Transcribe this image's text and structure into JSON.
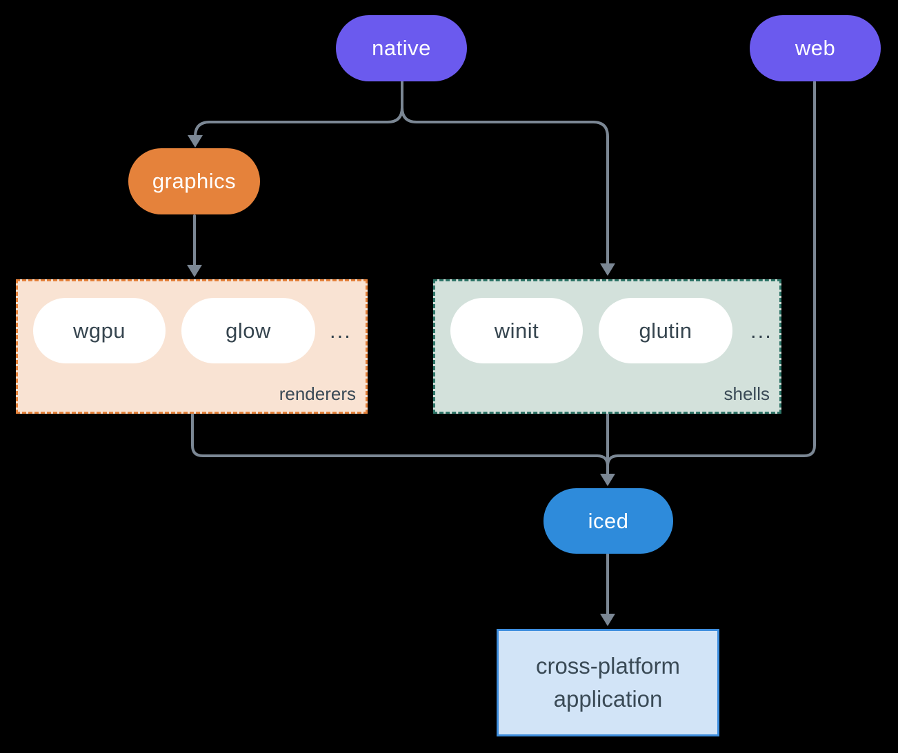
{
  "nodes": {
    "native": {
      "label": "native",
      "color": "#6B5AEE"
    },
    "web": {
      "label": "web",
      "color": "#6B5AEE"
    },
    "graphics": {
      "label": "graphics",
      "color": "#E5823B"
    },
    "iced": {
      "label": "iced",
      "color": "#2E8BDB"
    },
    "app": {
      "label": "cross-platform application",
      "fill": "#D2E4F7",
      "border": "#3E8EDE"
    }
  },
  "groups": {
    "renderers": {
      "caption": "renderers",
      "items": [
        "wgpu",
        "glow"
      ],
      "ellipsis": "...",
      "fill": "#F9E3D3",
      "border": "#E5823B"
    },
    "shells": {
      "caption": "shells",
      "items": [
        "winit",
        "glutin"
      ],
      "ellipsis": "...",
      "fill": "#D3E1DB",
      "border": "#2F7568"
    }
  },
  "edges": [
    {
      "from": "native",
      "to": "graphics"
    },
    {
      "from": "native",
      "to": "shells"
    },
    {
      "from": "graphics",
      "to": "renderers"
    },
    {
      "from": "renderers",
      "to": "iced"
    },
    {
      "from": "shells",
      "to": "iced"
    },
    {
      "from": "web",
      "to": "iced"
    },
    {
      "from": "iced",
      "to": "cross-platform application"
    }
  ],
  "colors": {
    "background": "#000000",
    "edge": "#7B8794",
    "pill_text_dark": "#36454F",
    "caption_text": "#3A4A56",
    "white_pill": "#FFFFFF"
  }
}
